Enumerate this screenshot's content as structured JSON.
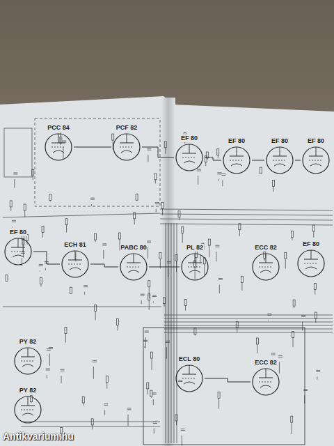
{
  "diagram": {
    "nodes": [
      {
        "text": [
          "PCC 84"
        ]
      },
      {
        "text": [
          "PCF 82"
        ]
      },
      {
        "text": [
          "EF 80"
        ]
      },
      {
        "text": [
          "EF 80"
        ]
      },
      {
        "text": [
          "EF 80"
        ]
      },
      {
        "text": [
          "EF 80"
        ]
      },
      {
        "text": [
          "EF 80"
        ]
      },
      {
        "text": [
          "ECH 81"
        ]
      },
      {
        "text": [
          "PABC 80"
        ]
      },
      {
        "text": [
          "PL 82"
        ]
      },
      {
        "text": [
          "ECC 82"
        ]
      },
      {
        "text": [
          "EF 80"
        ]
      },
      {
        "text": [
          "PY 82"
        ]
      },
      {
        "text": [
          "PY 82"
        ]
      },
      {
        "text": [
          "ECL 80"
        ]
      },
      {
        "text": [
          "ECC 82"
        ]
      }
    ],
    "edges": [
      {
        "from": 0,
        "to": 1,
        "arrow": "none"
      },
      {
        "from": 1,
        "to": 2,
        "arrow": "none"
      },
      {
        "from": 2,
        "to": 3,
        "arrow": "none"
      },
      {
        "from": 3,
        "to": 4,
        "arrow": "none"
      },
      {
        "from": 4,
        "to": 5,
        "arrow": "none"
      },
      {
        "from": 6,
        "to": 7,
        "arrow": "none"
      },
      {
        "from": 7,
        "to": 8,
        "arrow": "none"
      },
      {
        "from": 8,
        "to": 9,
        "arrow": "none"
      },
      {
        "from": 14,
        "to": 15,
        "arrow": "none"
      }
    ],
    "labels": [
      "Antikvarium.hu"
    ]
  }
}
